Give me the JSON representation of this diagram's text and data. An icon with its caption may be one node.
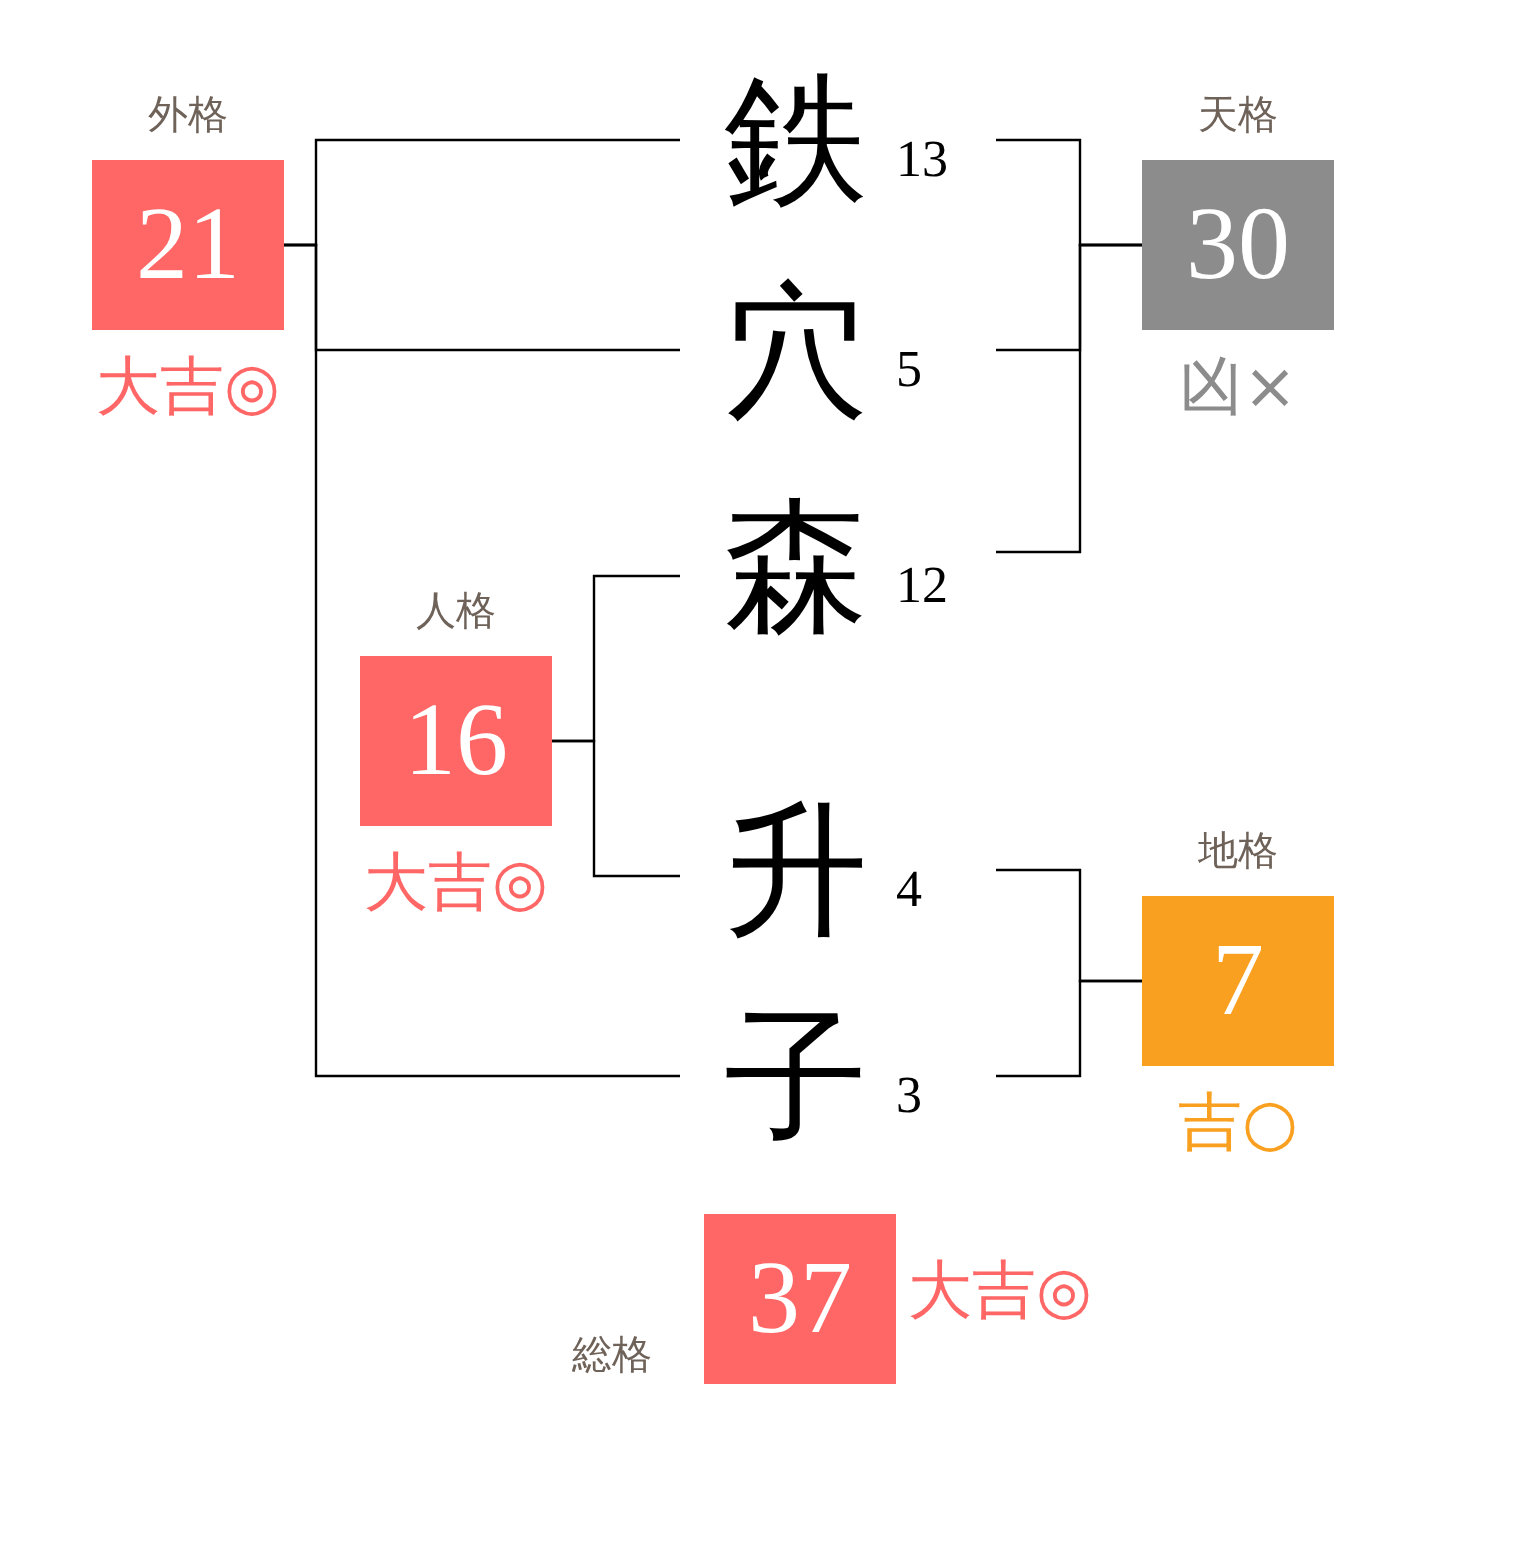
{
  "diagram": {
    "nodes": [
      {
        "text": [
          "外格",
          "21"
        ],
        "beside": [
          "大吉◎"
        ]
      },
      {
        "text": [
          "鉄"
        ],
        "beside": [
          "13"
        ]
      },
      {
        "text": [
          "天格",
          "30"
        ],
        "beside": [
          "凶×"
        ]
      },
      {
        "text": [
          "穴"
        ],
        "beside": [
          "5"
        ]
      },
      {
        "text": [
          "森"
        ],
        "beside": [
          "12"
        ]
      },
      {
        "text": [
          "人格",
          "16"
        ],
        "beside": [
          "大吉◎"
        ]
      },
      {
        "text": [
          "升"
        ],
        "beside": [
          "4"
        ]
      },
      {
        "text": [
          "地格",
          "7"
        ],
        "beside": [
          "吉○"
        ]
      },
      {
        "text": [
          "子"
        ],
        "beside": [
          "3"
        ]
      },
      {
        "text": [
          "総格",
          "37"
        ],
        "beside": [
          "大吉◎"
        ]
      }
    ],
    "edges": [
      {
        "from": 0,
        "to": 1,
        "arrow": "none"
      },
      {
        "from": 0,
        "to": 3,
        "arrow": "none"
      },
      {
        "from": 0,
        "to": 8,
        "arrow": "none"
      },
      {
        "from": 1,
        "to": 2,
        "arrow": "none"
      },
      {
        "from": 3,
        "to": 2,
        "arrow": "none"
      },
      {
        "from": 4,
        "to": 2,
        "arrow": "none"
      },
      {
        "from": 5,
        "to": 4,
        "arrow": "none"
      },
      {
        "from": 5,
        "to": 6,
        "arrow": "none"
      },
      {
        "from": 6,
        "to": 7,
        "arrow": "none"
      },
      {
        "from": 8,
        "to": 7,
        "arrow": "none"
      }
    ]
  }
}
